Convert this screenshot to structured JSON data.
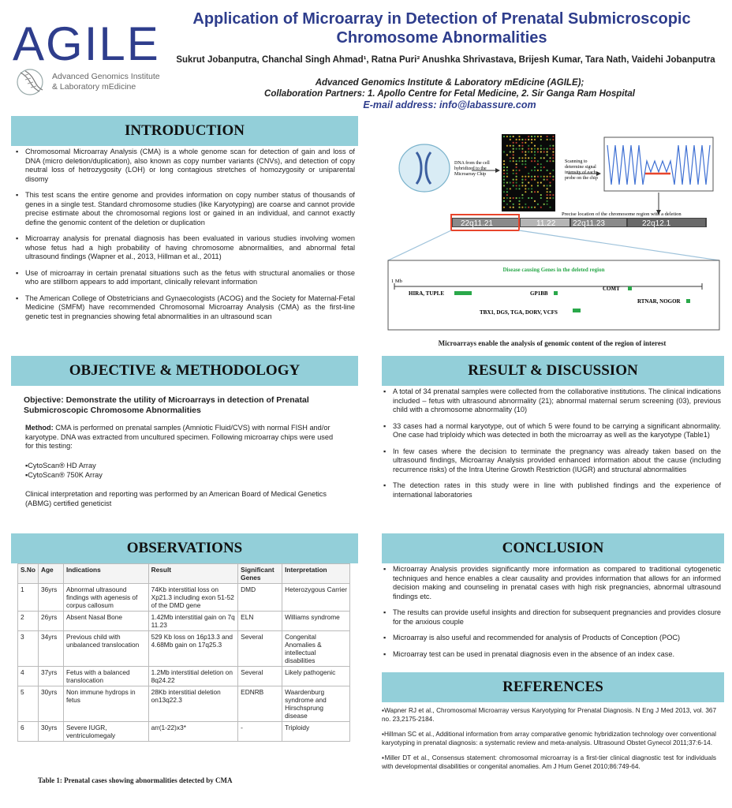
{
  "header": {
    "logo_word": "AGILE",
    "logo_line1": "Advanced Genomics Institute",
    "logo_line2": "& Laboratory mEdicine",
    "title": "Application of Microarray in Detection of Prenatal Submicroscopic Chromosome Abnormalities",
    "authors": "Sukrut Jobanputra, Chanchal Singh Ahmad¹, Ratna Puri² Anushka Shrivastava, Brijesh Kumar, Tara Nath, Vaidehi Jobanputra",
    "aff1": "Advanced Genomics Institute & Laboratory mEdicine  (AGILE);",
    "aff2": "Collaboration Partners: 1. Apollo Centre for Fetal Medicine,  2. Sir Ganga Ram Hospital",
    "email": "E-mail address: info@labassure.com"
  },
  "introduction": {
    "heading": "INTRODUCTION",
    "bullets": [
      "Chromosomal Microarray Analysis (CMA) is a whole genome scan for detection of gain and loss of DNA (micro deletion/duplication), also known as copy number variants (CNVs), and detection of copy neutral loss of hetrozygosity (LOH) or long contagious stretches of homozygosity or uniparental disomy",
      "This test scans the entire genome and provides information on copy number status of thousands of genes in a single test. Standard chromosome studies (like Karyotyping) are coarse and  cannot provide precise estimate about the chromosomal regions lost or gained in an individual, and cannot exactly define the genomic content of the deletion or duplication",
      "Microarray analysis for prenatal diagnosis has been evaluated in various studies involving women whose fetus had a high probability of having chromosome abnormalities, and abnormal fetal ultrasound findings (Wapner et al., 2013, Hillman et al., 2011)",
      "Use of microarray in certain prenatal situations such as the fetus with structural anomalies or those who are stillborn appears to add important, clinically relevant information",
      "The American College of Obstetricians and Gynaecologists (ACOG) and the Society for Maternal-Fetal Medicine (SMFM) have recommended Chromosomal Microarray Analysis (CMA) as the first-line genetic test in pregnancies showing fetal abnormalities in an ultrasound scan"
    ]
  },
  "diagram": {
    "step1": "DNA from the cell hybridized to the Microarray Chip",
    "step2": "Scanning to determine signal intensity of each probe on the chip",
    "location_label": "Precise location of the chromosome region with a deletion",
    "bands": [
      "22q11.21",
      "11.22",
      "22q11.23",
      "22q12.1"
    ],
    "region_title": "Disease causing Genes in the deleted region",
    "scale": "1 Mb",
    "genes": [
      "HIRA, TUPLE",
      "GP1BB",
      "COMT",
      "RTNAR, NOGOR",
      "TBX1, DGS, TGA, DORV, VCFS"
    ],
    "caption": "Microarrays enable the analysis of  genomic content of  the region of interest"
  },
  "objective": {
    "heading": "OBJECTIVE & METHODOLOGY",
    "objective_text": "Objective:  Demonstrate the utility of  Microarrays in detection of Prenatal Submicroscopic Chromosome Abnormalities",
    "method_label": "Method:",
    "method_text": " CMA is performed on prenatal samples (Amniotic Fluid/CVS) with normal FISH and/or karyotype. DNA was extracted from uncultured specimen. Following microarray chips were used for this testing:",
    "chip1": "▪CytoScan® HD Array",
    "chip2": "▪CytoScan® 750K Array",
    "reporting": "Clinical interpretation and reporting was performed by an American Board of Medical Genetics (ABMG) certified geneticist"
  },
  "results": {
    "heading": "RESULT & DISCUSSION",
    "bullets": [
      "A total of 34 prenatal samples  were collected  from the collaborative institutions. The clinical indications included – fetus with ultrasound abnormality (21); abnormal maternal serum screening (03), previous child with a chromosome abnormality (10)",
      "33 cases had a normal karyotype, out of which 5 were found to be carrying a significant abnormality. One case had triploidy which was detected in both the microarray as well as the karyotype (Table1)",
      "In few cases where the decision to terminate the pregnancy was already taken based on the ultrasound findings, Microarray Analysis provided enhanced information about the cause (including recurrence risks) of the Intra Uterine Growth Restriction (IUGR) and structural abnormalities",
      "The detection rates in this study were in line with published findings and the experience of international laboratories"
    ]
  },
  "observations": {
    "heading": "OBSERVATIONS",
    "columns": [
      "S.No",
      "Age",
      "Indications",
      "Result",
      "Significant Genes",
      "Interpretation"
    ],
    "rows": [
      [
        "1",
        "36yrs",
        "Abnormal ultrasound findings with agenesis of corpus callosum",
        "74Kb interstitial loss on Xp21.3 including exon 51-52 of the DMD gene",
        "DMD",
        "Heterozygous Carrier"
      ],
      [
        "2",
        "26yrs",
        "Absent Nasal Bone",
        "1.42Mb interstitial gain on 7q 11.23",
        "ELN",
        "Williams syndrome"
      ],
      [
        "3",
        "34yrs",
        "Previous child with unbalanced translocation",
        "529 Kb loss on 16p13.3 and 4.68Mb gain on 17q25.3",
        "Several",
        "Congenital Anomalies & intellectual disabilities"
      ],
      [
        "4",
        "37yrs",
        "Fetus with a balanced translocation",
        "1.2Mb interstitial deletion on 8q24.22",
        "Several",
        "Likely pathogenic"
      ],
      [
        "5",
        "30yrs",
        "Non immune hydrops in fetus",
        "28Kb interstitial deletion on13q22.3",
        "EDNRB",
        "Waardenburg syndrome and Hirschsprung disease"
      ],
      [
        "6",
        "30yrs",
        "Severe IUGR, ventriculomegaly",
        "arr(1-22)x3*",
        "-",
        "Triploidy"
      ]
    ],
    "caption": "Table 1: Prenatal cases showing abnormalities detected by CMA"
  },
  "conclusion": {
    "heading": "CONCLUSION",
    "bullets": [
      "Microarray Analysis provides significantly more information as compared to traditional cytogenetic techniques and hence enables a clear causality and provides information that allows for an informed decision making and counseling in prenatal cases with high risk pregnancies, abnormal ultrasound findings etc.",
      "The results can provide useful insights and direction for subsequent pregnancies and provides closure for the anxious couple",
      "Microarray is also useful and recommended for analysis of Products of Conception (POC)",
      "Microarray test can be used in prenatal diagnosis even in the absence of an index case."
    ]
  },
  "references": {
    "heading": "REFERENCES",
    "items": [
      "▪Wapner RJ et al., Chromosomal Microarray versus Karyotyping for Prenatal Diagnosis. N Eng J Med  2013, vol. 367 no. 23,2175-2184.",
      "▪Hillman SC et al., Additional information from array comparative genomic hybridization technology over conventional karyotyping in prenatal diagnosis: a systematic review and meta-analysis. Ultrasound Obstet Gynecol 2011;37:6-14.",
      "▪Miller DT et al., Consensus statement: chromosomal microarray is a first-tier clinical diagnostic test for individuals with developmental disabilities or congenital anomalies. Am J Hum Genet 2010;86:749-64."
    ]
  },
  "colors": {
    "title_blue": "#2e3d8c",
    "section_header": "#93cfd9",
    "band_highlight": "#e8452c",
    "gene_green": "#2aa84a"
  }
}
